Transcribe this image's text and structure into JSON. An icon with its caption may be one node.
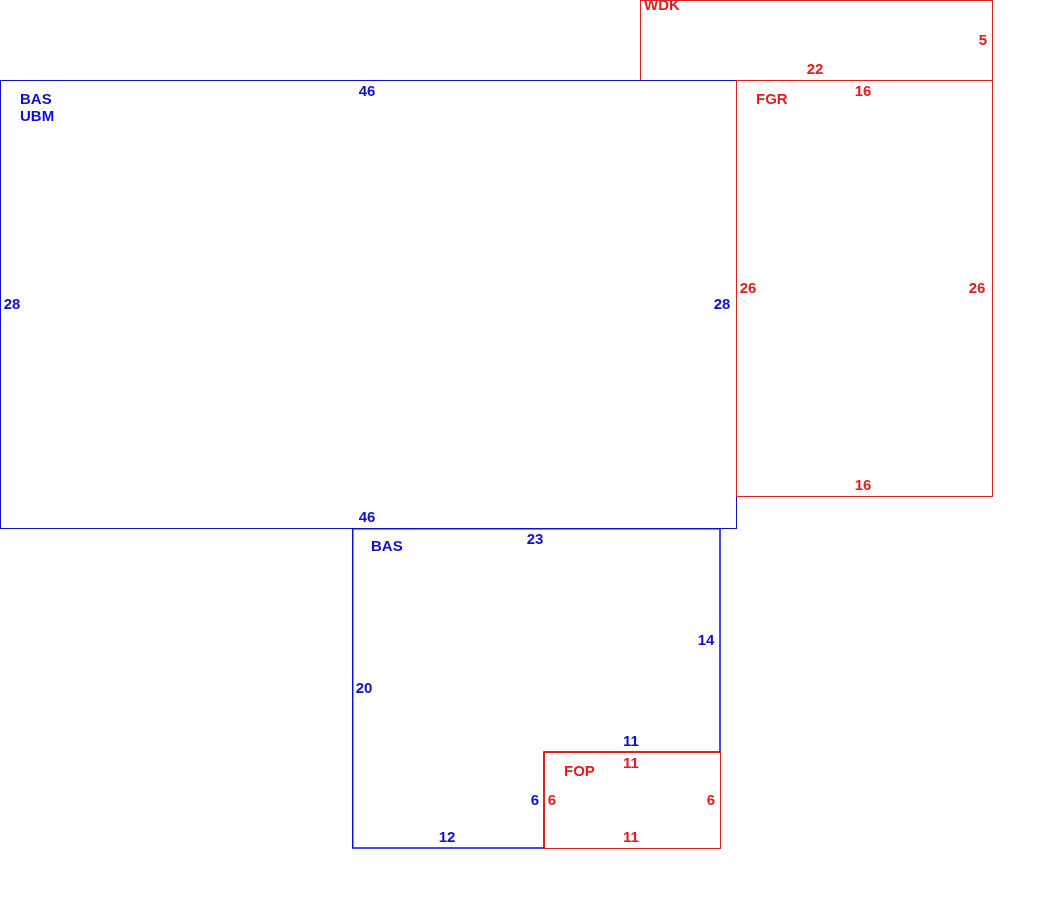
{
  "diagram": {
    "nodes": [
      {
        "text": [
          "WDK"
        ]
      },
      {
        "text": [
          "BAS",
          "UBM"
        ]
      },
      {
        "text": [
          "FGR"
        ]
      },
      {
        "text": [
          "BAS"
        ]
      },
      {
        "text": [
          "FOP"
        ]
      }
    ],
    "labels": [
      "5",
      "22",
      "46",
      "16",
      "26",
      "26",
      "28",
      "28",
      "16",
      "46",
      "23",
      "14",
      "20",
      "11",
      "11",
      "6",
      "6",
      "6",
      "12",
      "11"
    ]
  }
}
